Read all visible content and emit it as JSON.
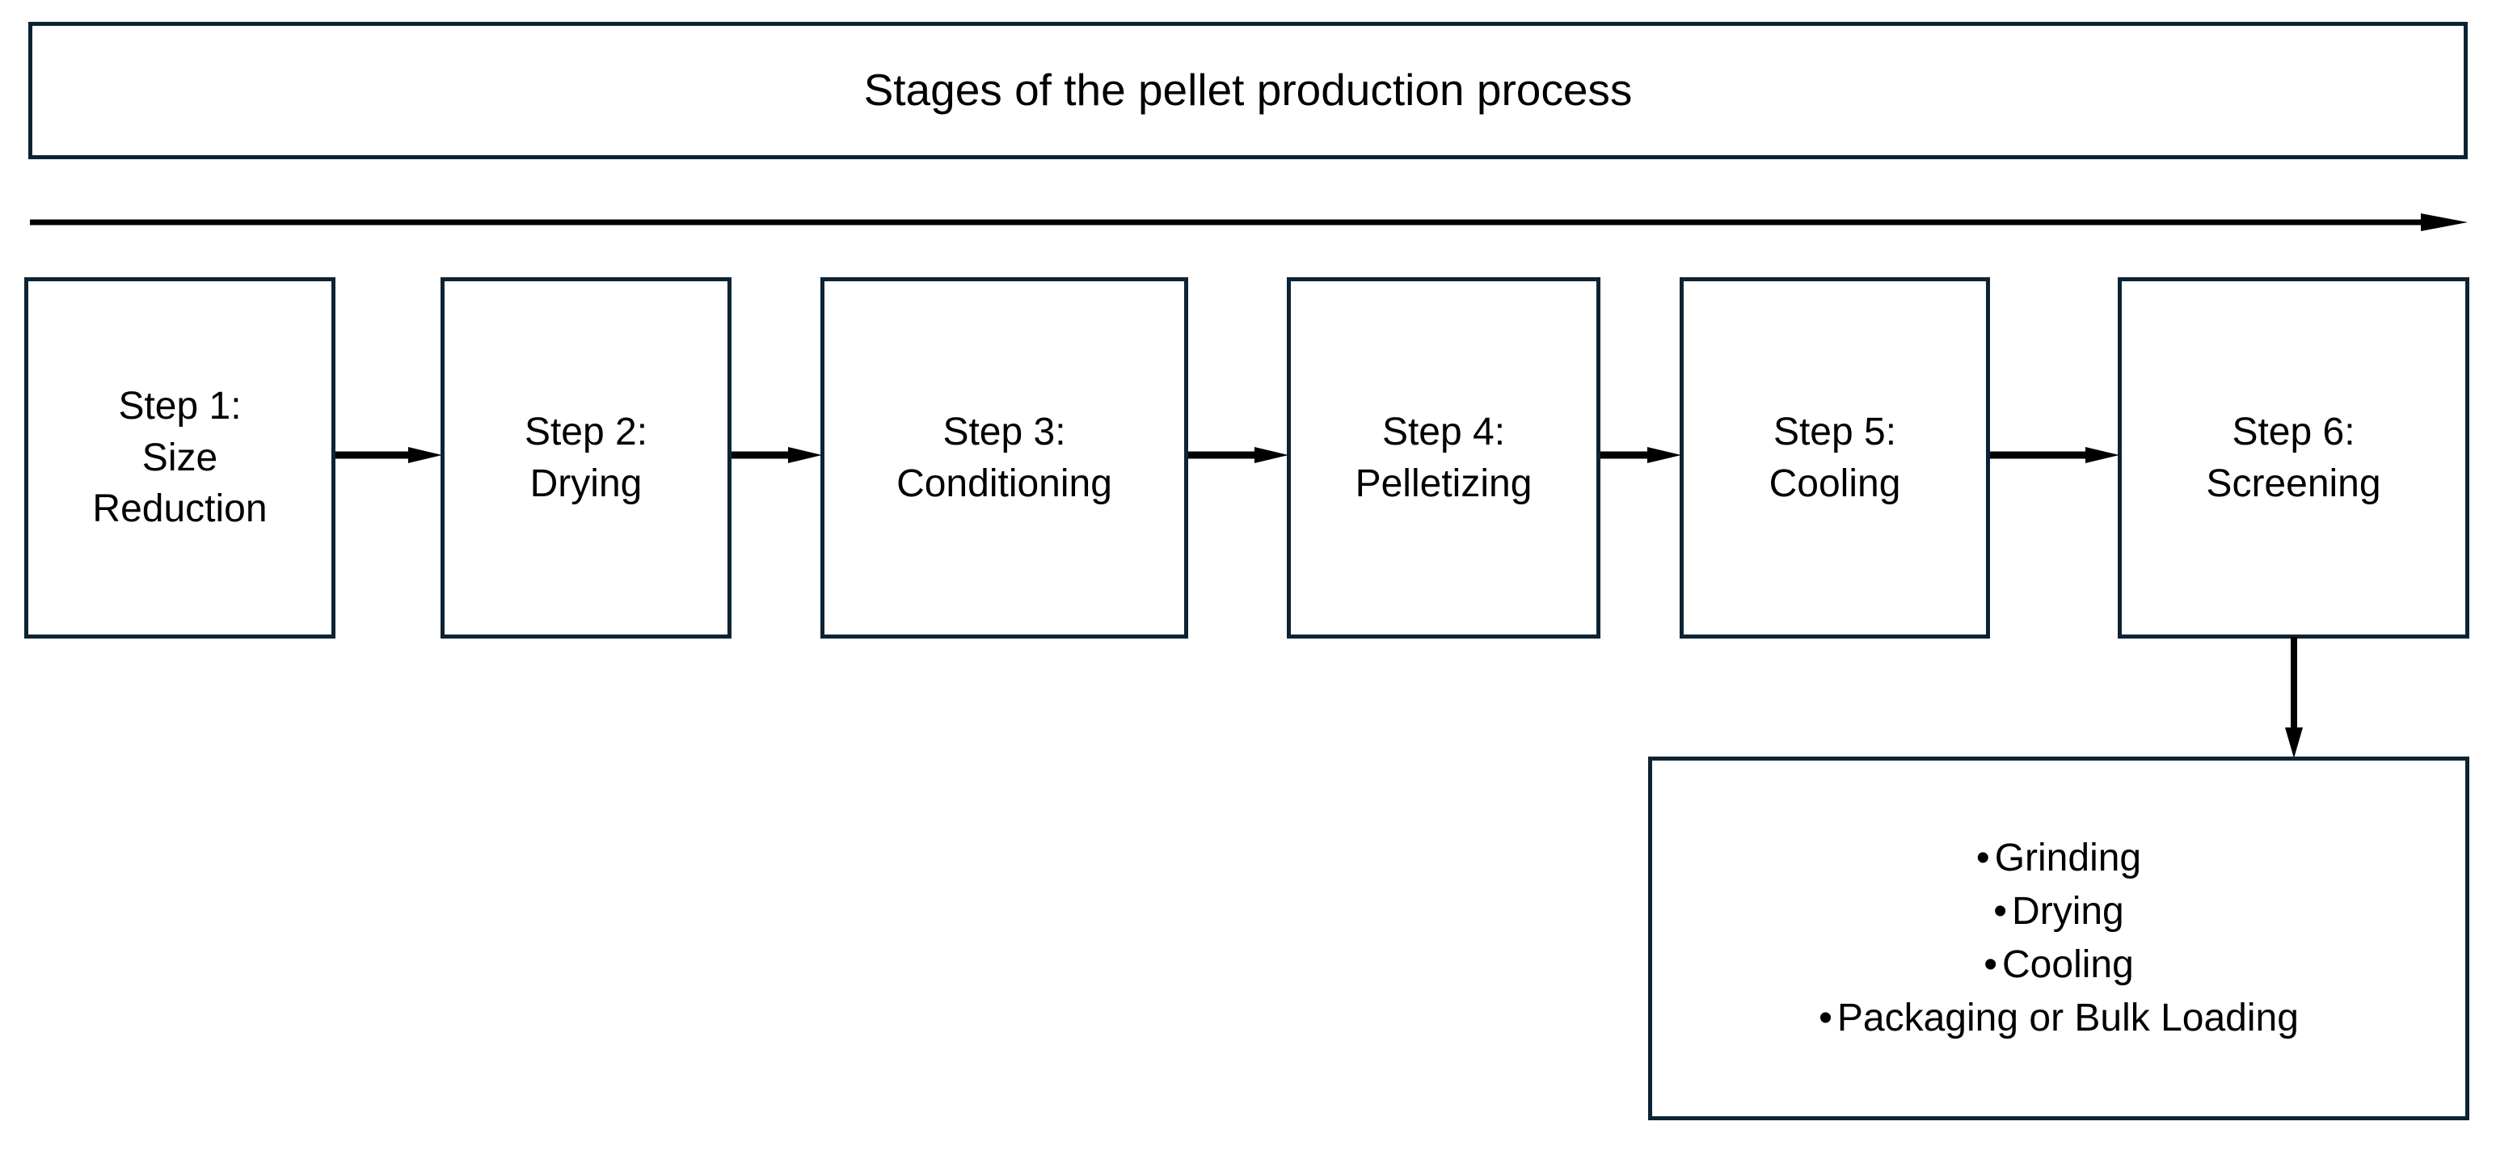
{
  "colors": {
    "box_border": "#0d2333",
    "arrow": "#000000",
    "text": "#000000",
    "background": "#ffffff"
  },
  "title": {
    "text": "Stages of the pellet production process"
  },
  "timeline": {
    "arrow_icon": "right-arrow-icon",
    "direction": "left-to-right"
  },
  "steps": [
    {
      "id": "step-1",
      "label": "Step 1:\nSize\nReduction",
      "number": "1",
      "name": "Size Reduction"
    },
    {
      "id": "step-2",
      "label": "Step 2:\nDrying",
      "number": "2",
      "name": "Drying"
    },
    {
      "id": "step-3",
      "label": "Step 3:\nConditioning",
      "number": "3",
      "name": "Conditioning"
    },
    {
      "id": "step-4",
      "label": "Step 4:\nPelletizing",
      "number": "4",
      "name": "Pelletizing"
    },
    {
      "id": "step-5",
      "label": "Step 5:\nCooling",
      "number": "5",
      "name": "Cooling"
    },
    {
      "id": "step-6",
      "label": "Step 6:\nScreening",
      "number": "6",
      "name": "Screening"
    }
  ],
  "connectors": [
    {
      "from": "step-1",
      "to": "step-2",
      "icon": "right-arrow-icon"
    },
    {
      "from": "step-2",
      "to": "step-3",
      "icon": "right-arrow-icon"
    },
    {
      "from": "step-3",
      "to": "step-4",
      "icon": "right-arrow-icon"
    },
    {
      "from": "step-4",
      "to": "step-5",
      "icon": "right-arrow-icon"
    },
    {
      "from": "step-5",
      "to": "step-6",
      "icon": "right-arrow-icon"
    }
  ],
  "drop_connector": {
    "from": "step-6",
    "to": "outputs",
    "icon": "down-arrow-icon"
  },
  "outputs": {
    "bullet_glyph": "•",
    "items": [
      "Grinding",
      "Drying",
      "Cooling",
      "Packaging or Bulk Loading"
    ]
  }
}
